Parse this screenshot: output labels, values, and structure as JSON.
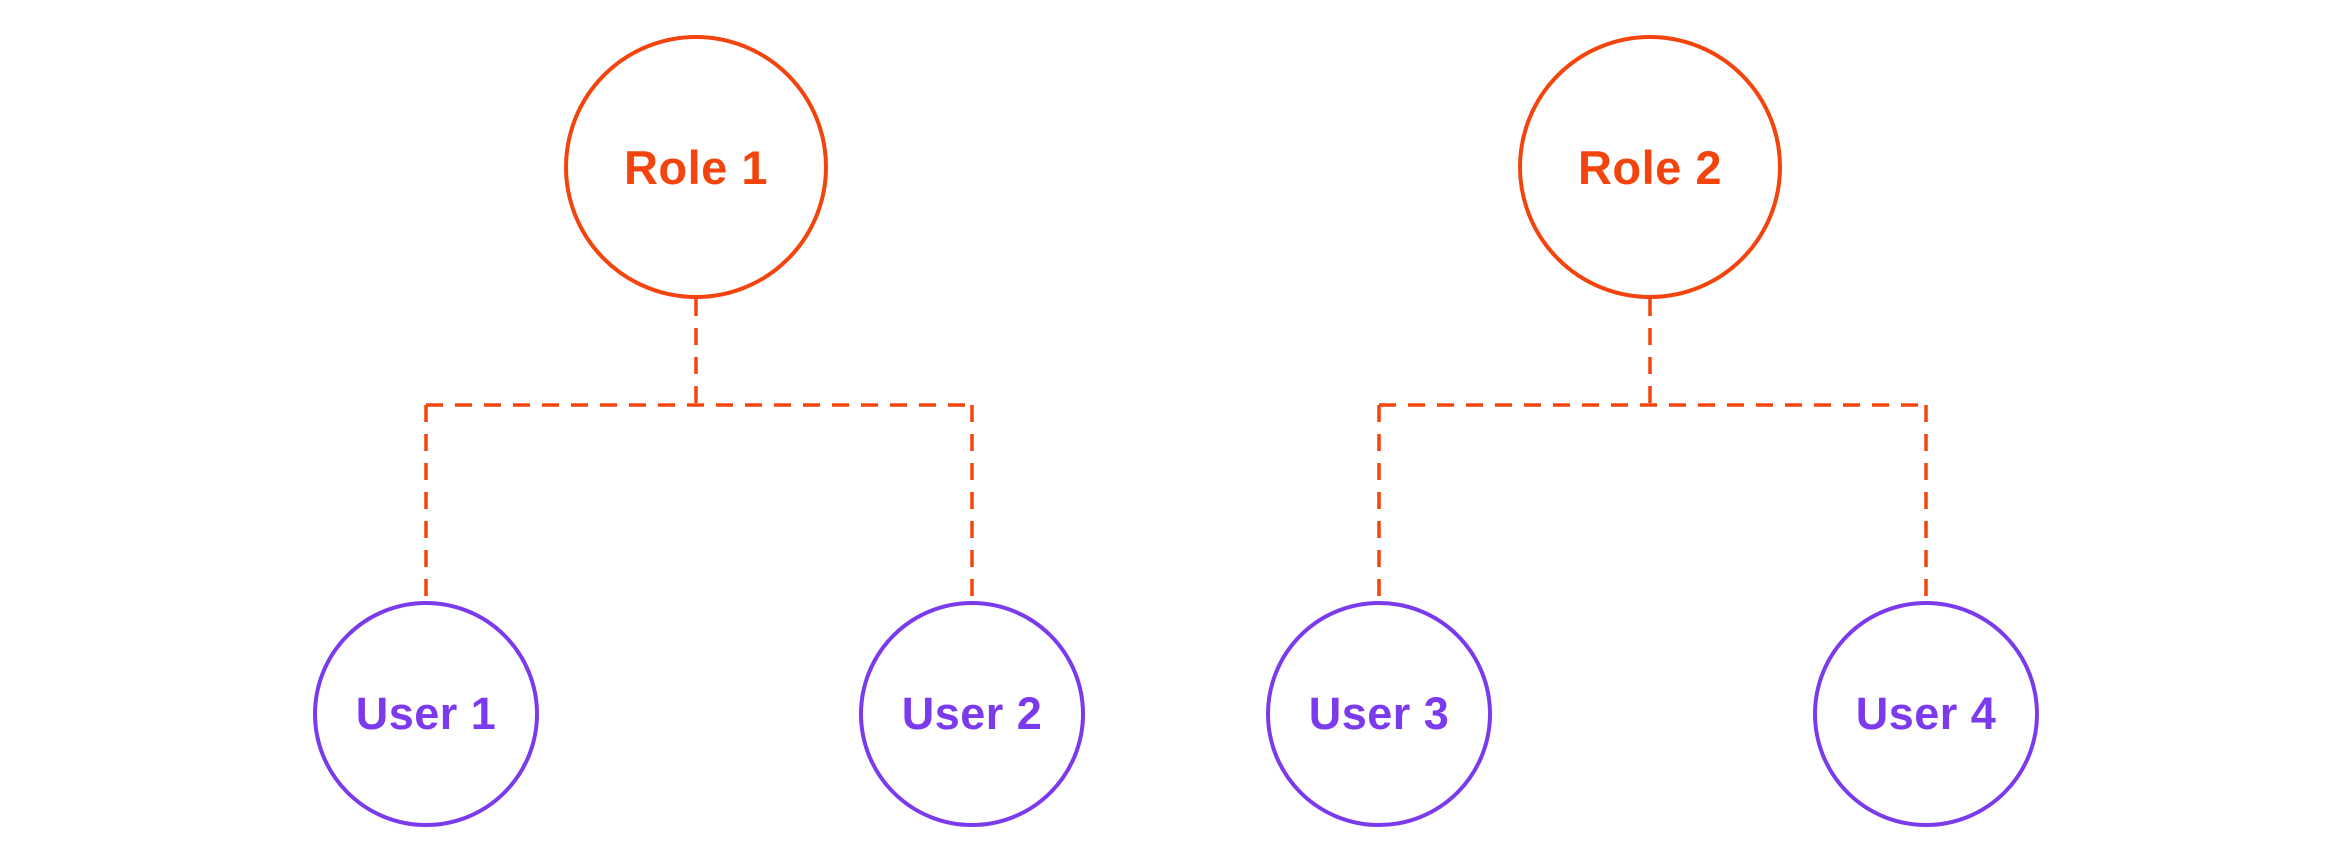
{
  "colors": {
    "role_accent": "#F4440D",
    "user_accent": "#7C3AED",
    "background": "#FFFFFF"
  },
  "diagram": {
    "description": "Two role-to-user mapping trees connected with dashed lines",
    "roles": {
      "role1": {
        "label": "Role 1"
      },
      "role2": {
        "label": "Role 2"
      }
    },
    "users": {
      "user1": {
        "label": "User 1"
      },
      "user2": {
        "label": "User 2"
      },
      "user3": {
        "label": "User 3"
      },
      "user4": {
        "label": "User 4"
      }
    },
    "edges": [
      {
        "from": "Role 1",
        "to": "User 1"
      },
      {
        "from": "Role 1",
        "to": "User 2"
      },
      {
        "from": "Role 2",
        "to": "User 3"
      },
      {
        "from": "Role 2",
        "to": "User 4"
      }
    ]
  }
}
